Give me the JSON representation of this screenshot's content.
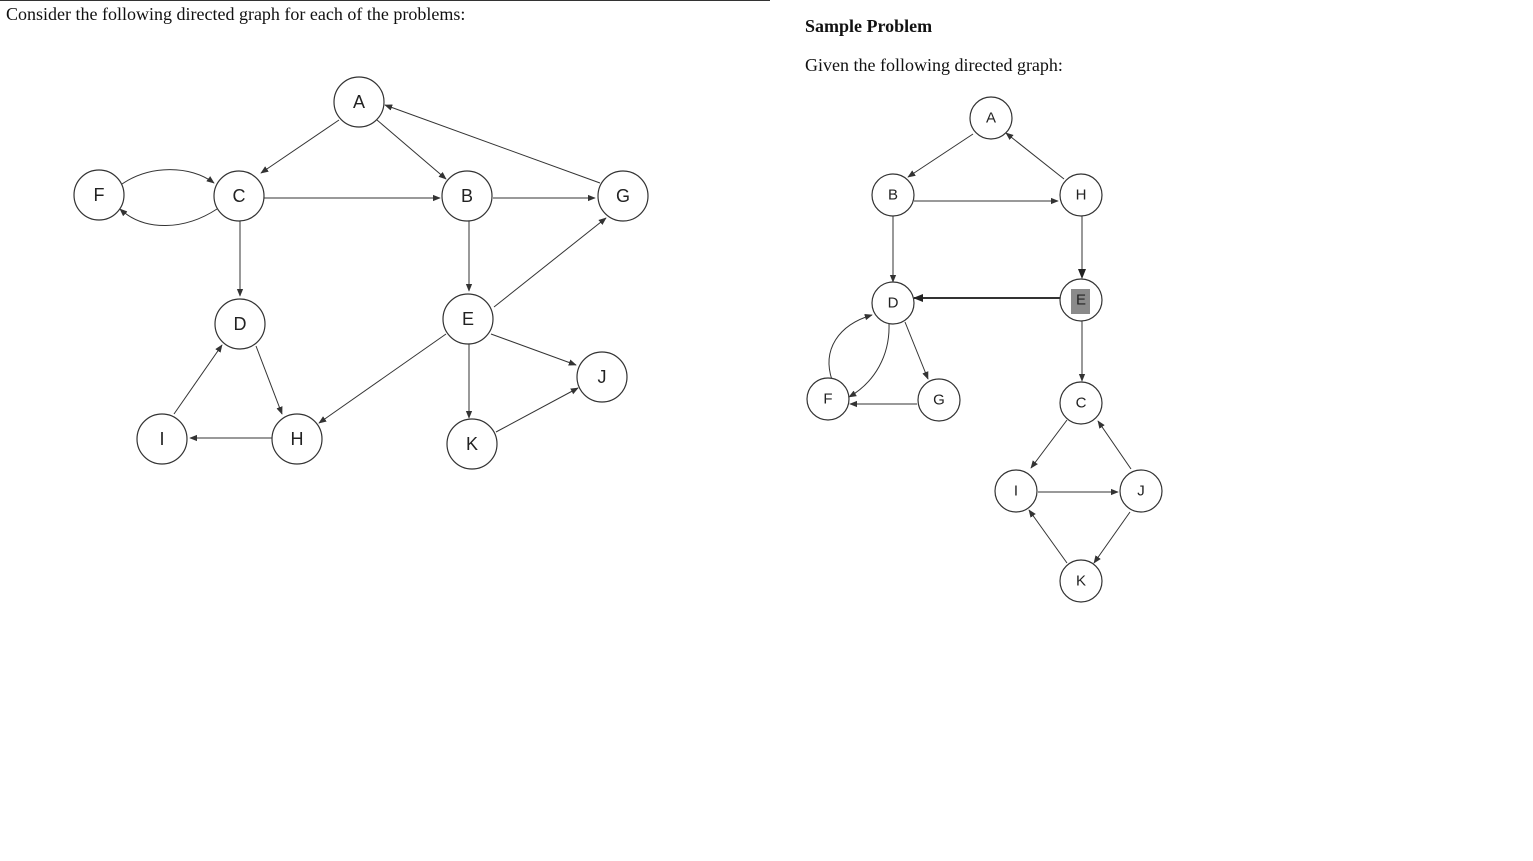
{
  "left_panel": {
    "intro_text": "Consider the following directed graph for each of the problems:",
    "graph": {
      "nodes": [
        "A",
        "B",
        "C",
        "D",
        "E",
        "F",
        "G",
        "H",
        "I",
        "J",
        "K"
      ],
      "edges": [
        [
          "A",
          "C"
        ],
        [
          "A",
          "B"
        ],
        [
          "G",
          "A"
        ],
        [
          "C",
          "B"
        ],
        [
          "B",
          "G"
        ],
        [
          "C",
          "F"
        ],
        [
          "F",
          "C"
        ],
        [
          "C",
          "D"
        ],
        [
          "B",
          "E"
        ],
        [
          "E",
          "G"
        ],
        [
          "E",
          "H"
        ],
        [
          "E",
          "J"
        ],
        [
          "E",
          "K"
        ],
        [
          "K",
          "J"
        ],
        [
          "D",
          "H"
        ],
        [
          "H",
          "I"
        ],
        [
          "I",
          "D"
        ]
      ]
    }
  },
  "right_panel": {
    "title": "Sample Problem",
    "intro_text": "Given the following directed graph:",
    "graph": {
      "nodes": [
        "A",
        "B",
        "H",
        "D",
        "E",
        "F",
        "G",
        "C",
        "I",
        "J",
        "K"
      ],
      "highlighted_node": "E",
      "edges": [
        [
          "A",
          "B"
        ],
        [
          "H",
          "A"
        ],
        [
          "B",
          "H"
        ],
        [
          "B",
          "D"
        ],
        [
          "H",
          "E"
        ],
        [
          "E",
          "D"
        ],
        [
          "D",
          "F"
        ],
        [
          "F",
          "D"
        ],
        [
          "D",
          "G"
        ],
        [
          "G",
          "F"
        ],
        [
          "E",
          "C"
        ],
        [
          "C",
          "I"
        ],
        [
          "I",
          "J"
        ],
        [
          "J",
          "C"
        ],
        [
          "K",
          "I"
        ],
        [
          "J",
          "K"
        ]
      ]
    }
  },
  "colors": {
    "line": "#333333",
    "node_fill": "#ffffff",
    "highlight": "#8a8a8a"
  }
}
